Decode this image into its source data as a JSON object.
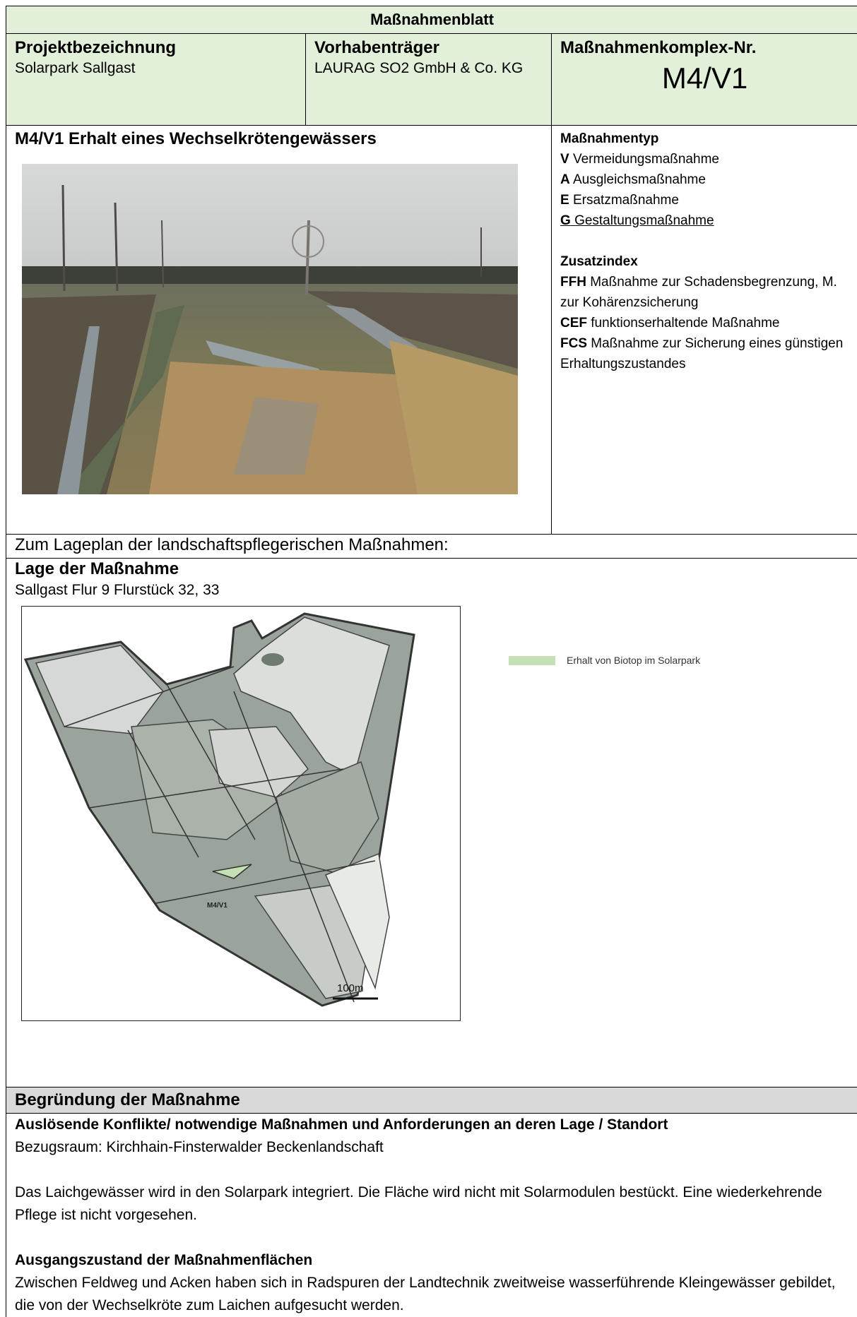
{
  "sheet_title": "Maßnahmenblatt",
  "header": {
    "project_label": "Projektbezeichnung",
    "project_value": "Solarpark Sallgast",
    "owner_label": "Vorhabenträger",
    "owner_value": "LAURAG SO2 GmbH & Co. KG",
    "complex_label": "Maßnahmenkomplex-Nr.",
    "complex_value": "M4/V1"
  },
  "measure": {
    "title": "M4/V1 Erhalt eines Wechselkrötengewässers"
  },
  "types": {
    "heading": "Maßnahmentyp",
    "items": [
      {
        "code": "V",
        "text": "Vermeidungsmaßnahme"
      },
      {
        "code": "A",
        "text": "Ausgleichsmaßnahme"
      },
      {
        "code": "E",
        "text": "Ersatzmaßnahme"
      },
      {
        "code": "G",
        "text": "Gestaltungsmaßnahme"
      }
    ],
    "index_heading": "Zusatzindex",
    "index_items": [
      {
        "code": "FFH",
        "text": "Maßnahme zur Schadensbegrenzung, M. zur Kohärenzsicherung"
      },
      {
        "code": "CEF",
        "text": "funktionserhaltende Maßnahme"
      },
      {
        "code": "FCS",
        "text": "Maßnahme zur Sicherung eines günstigen Erhaltungszustandes"
      }
    ]
  },
  "lageplan_row": "Zum Lageplan der landschaftspflegerischen Maßnahmen:",
  "lage": {
    "title": "Lage der Maßnahme",
    "parcel": "Sallgast Flur 9 Flurstück 32, 33",
    "map_label": "M4/V1",
    "scale_label": "100m",
    "legend_label": "Erhalt von Biotop im Solarpark",
    "legend_color": "#c5e0b4"
  },
  "justification": {
    "heading": "Begründung der Maßnahme",
    "conflicts_title": "Auslösende Konflikte/ notwendige Maßnahmen und Anforderungen an deren Lage / Standort",
    "reference": "Bezugsraum: Kirchhain-Finsterwalder Beckenlandschaft",
    "paragraph1": "Das Laichgewässer wird in den Solarpark integriert. Die Fläche wird nicht mit Solarmodulen bestückt. Eine wiederkehrende Pflege ist nicht vorgesehen.",
    "initial_title": "Ausgangszustand der Maßnahmenflächen",
    "paragraph2": "Zwischen Feldweg und Acken haben sich in Radspuren der Landtechnik zweitweise wasserführende Kleingewässer gebildet, die von der Wechselkröte zum Laichen aufgesucht werden."
  },
  "colors": {
    "header_bg": "#e2efd9",
    "section_bg": "#d9d9d9"
  }
}
